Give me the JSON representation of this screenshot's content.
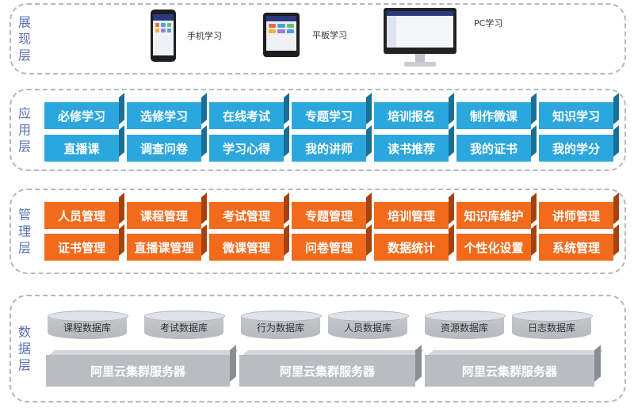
{
  "layers": {
    "presentation": {
      "label": "展现层",
      "devices": [
        {
          "label": "手机学习",
          "icon": "phone-icon"
        },
        {
          "label": "平板学习",
          "icon": "tablet-icon"
        },
        {
          "label": "PC学习",
          "icon": "monitor-icon"
        }
      ]
    },
    "application": {
      "label": "应用层",
      "row1": [
        "必修学习",
        "选修学习",
        "在线考试",
        "专题学习",
        "培训报名",
        "制作微课",
        "知识学习"
      ],
      "row2": [
        "直播课",
        "调查问卷",
        "学习心得",
        "我的讲师",
        "读书推荐",
        "我的证书",
        "我的学分"
      ]
    },
    "management": {
      "label": "管理层",
      "row1": [
        "人员管理",
        "课程管理",
        "考试管理",
        "专题管理",
        "培训管理",
        "知识库维护",
        "讲师管理"
      ],
      "row2": [
        "证书管理",
        "直播课管理",
        "微课管理",
        "问卷管理",
        "数据统计",
        "个性化设置",
        "系统管理"
      ]
    },
    "data": {
      "label": "数据层",
      "databases": [
        "课程数据库",
        "考试数据库",
        "行为数据库",
        "人员数据库",
        "资源数据库",
        "日志数据库"
      ],
      "servers": [
        "阿里云集群服务器",
        "阿里云集群服务器",
        "阿里云集群服务器"
      ]
    }
  },
  "colors": {
    "application": "#2ca7dd",
    "management": "#f26b1d",
    "server": "#b9bdc2",
    "layer_label": "#5a6fb4"
  }
}
